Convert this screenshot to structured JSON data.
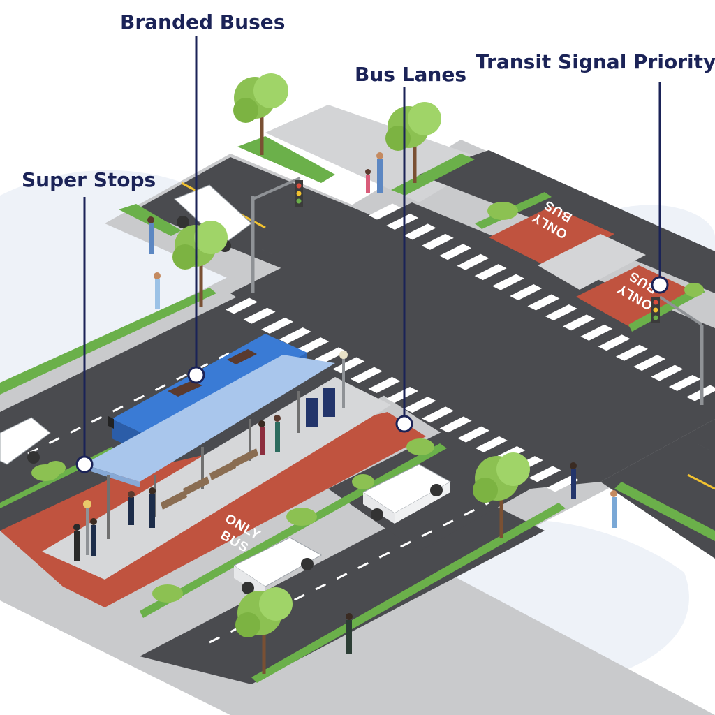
{
  "callouts": {
    "branded_buses": "Branded Buses",
    "bus_lanes": "Bus Lanes",
    "transit_signal_priority": "Transit Signal Priority",
    "super_stops": "Super Stops"
  },
  "lane_markings": {
    "word_top": "ONLY",
    "word_bottom": "BUS"
  },
  "colors": {
    "label_text": "#1b2357",
    "leader_line": "#1b2357",
    "road": "#4a4b4f",
    "bus_lane": "#c0533f",
    "sidewalk": "#c9cacc",
    "grass": "#6bb04a",
    "tree": "#8cc152",
    "bus": "#3a7bd5",
    "shelter_roof": "#a9c6ec"
  }
}
